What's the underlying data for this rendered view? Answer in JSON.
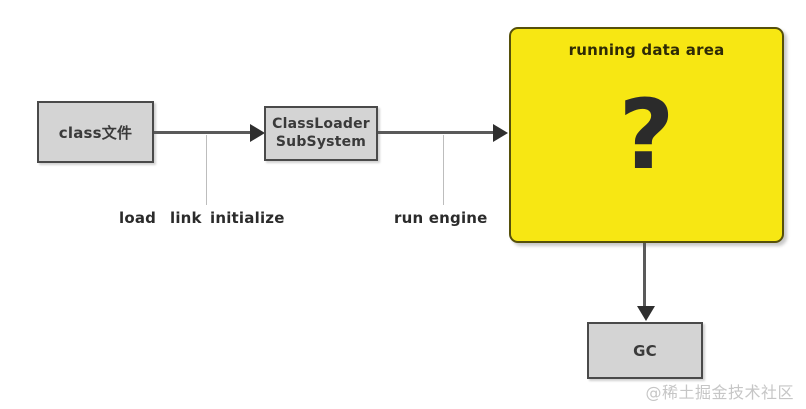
{
  "diagram": {
    "background_color": "#ffffff",
    "nodes": [
      {
        "id": "class-file",
        "label": "class文件",
        "shape": "rectangle",
        "fill": "#d4d4d4"
      },
      {
        "id": "classloader",
        "label_line1": "ClassLoader",
        "label_line2": "SubSystem",
        "shape": "rectangle",
        "fill": "#d4d4d4"
      },
      {
        "id": "runtime-data-area",
        "title": "running data area",
        "symbol": "?",
        "shape": "rounded-rectangle",
        "fill": "#f7e713"
      },
      {
        "id": "gc",
        "label": "GC",
        "shape": "rectangle",
        "fill": "#d4d4d4"
      }
    ],
    "edge_labels": {
      "load": "load",
      "link": "link",
      "initialize": "initialize",
      "run_engine": "run engine"
    }
  },
  "watermark": {
    "text": "@稀土掘金技术社区"
  }
}
